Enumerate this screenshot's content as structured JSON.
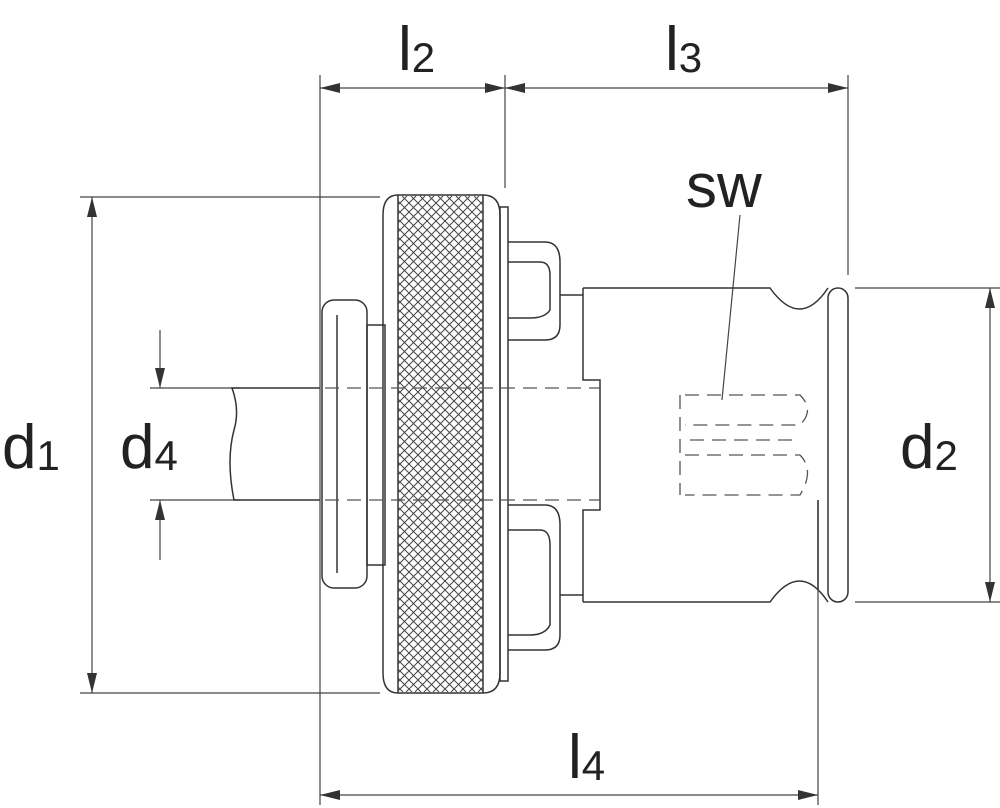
{
  "title": "Tap adapter dimension drawing",
  "labels": {
    "l2": {
      "main": "l",
      "sub": "2"
    },
    "l3": {
      "main": "l",
      "sub": "3"
    },
    "l4": {
      "main": "l",
      "sub": "4"
    },
    "d1": {
      "main": "d",
      "sub": "1"
    },
    "d2": {
      "main": "d",
      "sub": "2"
    },
    "d4": {
      "main": "d",
      "sub": "4"
    },
    "sw": "sw"
  },
  "colors": {
    "line": "#333333",
    "background": "#ffffff"
  }
}
